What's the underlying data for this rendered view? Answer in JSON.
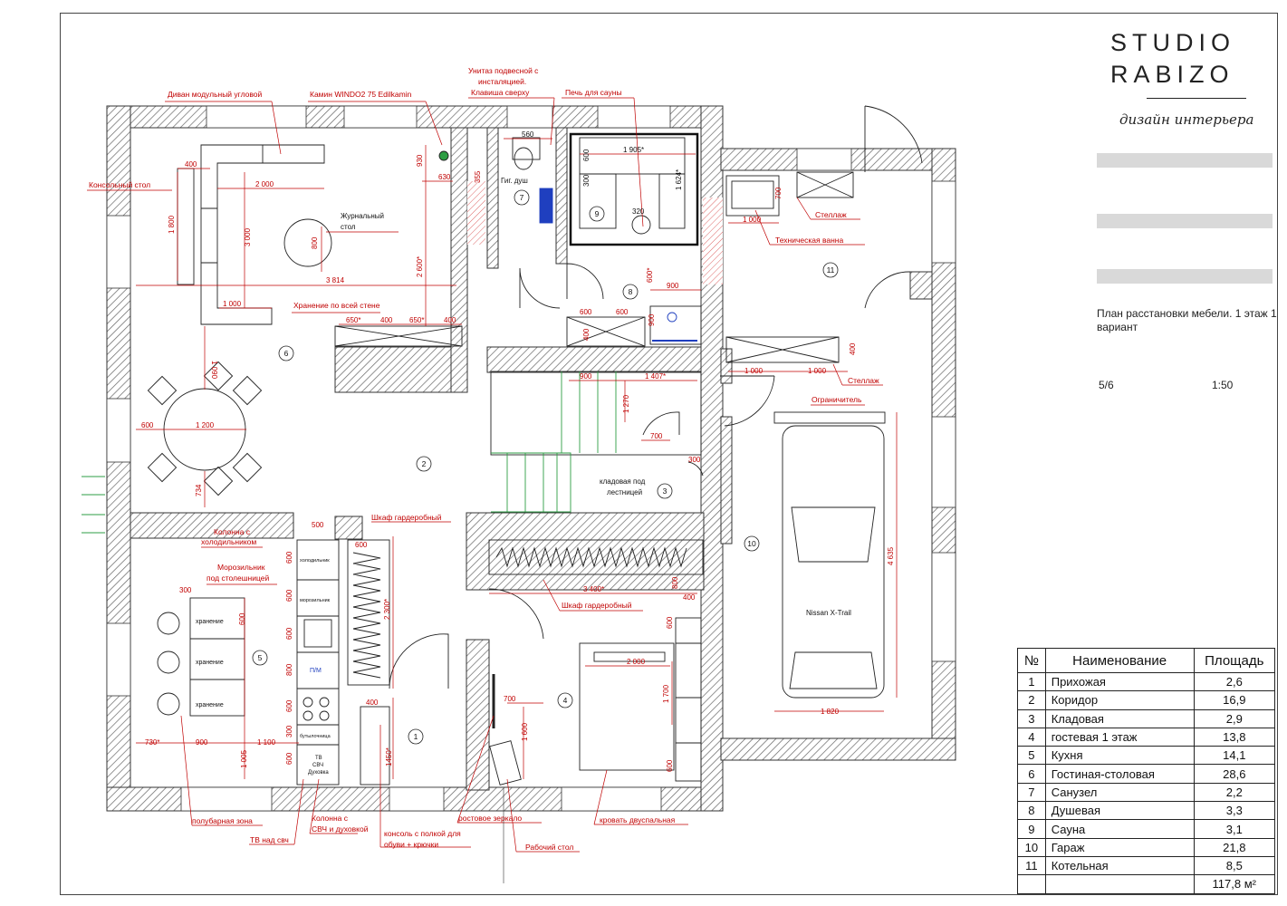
{
  "logo": {
    "line1": "STUDIO",
    "line2": "RABIZO",
    "subtitle": "дизайн интерьера"
  },
  "sheet": {
    "title": "План расстановки мебели. 1 этаж 1 вариант",
    "number": "5/6",
    "scale": "1:50"
  },
  "labels": {
    "sofa": "Диван модульный угловой",
    "fireplace": "Камин WINDO2 75 Edilkamin",
    "toilet1": "Унитаз подвесной с",
    "toilet2": "инсталяцией.",
    "toilet3": "Клавиша сверху",
    "sauna_stove": "Печь для сауны",
    "console": "Консольный стол",
    "coffee1": "Журнальный",
    "coffee2": "стол",
    "storage_wall": "Хранение по всей стене",
    "hyg_shower": "Гиг. душ",
    "rack1": "Стеллаж",
    "tech_bath": "Техническая ванна",
    "rack2": "Стеллаж",
    "limiter": "Ограничитель",
    "pantry1": "кладовая под",
    "pantry2": "лестницей",
    "wardrobe1": "Шкаф гардеробный",
    "wardrobe2": "Шкаф гардеробный",
    "col_fridge1": "Колонна с",
    "col_fridge2": "холодильником",
    "freezer1": "Морозильник",
    "freezer2": "под столешницей",
    "car": "Nissan X-Trail",
    "halfbar": "полубарная зона",
    "tv": "ТВ над свч",
    "col_oven1": "Колонна с",
    "col_oven2": "СВЧ и духовкой",
    "console_shoes1": "консоль с полкой для",
    "console_shoes2": "обуви + крючки",
    "mirror": "ростовое зеркало",
    "desk": "Рабочий стол",
    "bed": "кровать двуспальная",
    "storage_a": "хранение",
    "storage_b": "хранение",
    "storage_c": "хранение",
    "pmm": "П/М",
    "fridge_small": "холодильник",
    "freezer_small": "морозильник",
    "cup_small": "бутылочница",
    "tv_small": "ТВ",
    "mw_small": "СВЧ",
    "oven_small": "Духовка"
  },
  "dimensions": {
    "d400a": "400",
    "d2000": "2 000",
    "d1800": "1 800",
    "d3000": "3 000",
    "d800": "800",
    "d3814": "3 814",
    "d1000a": "1 000",
    "d930": "930",
    "d630": "630",
    "d2600": "2 600*",
    "d355": "355",
    "d650a": "650*",
    "d400b": "400",
    "d650b": "650*",
    "d400c": "400",
    "d560": "560",
    "d1905": "1 905*",
    "d1624": "1 624*",
    "d320": "320",
    "d600a": "600",
    "d300a": "300",
    "d700a": "700",
    "d1000b": "1 000",
    "d600b": "600*",
    "d900a": "900",
    "d600c": "600",
    "d600d": "600",
    "d400d": "400",
    "d900b": "900",
    "d400e": "400",
    "d1000c": "1 000",
    "d1000d": "1 000",
    "d1090": "1 090",
    "d600e": "600",
    "d1200": "1 200",
    "d734": "734",
    "d900c": "900",
    "d1407": "1 407*",
    "d1270": "1 270",
    "d700b": "700",
    "d300b": "300",
    "d500": "500",
    "d600f": "600",
    "d3400": "3 400*",
    "d800b": "800",
    "d400f": "400",
    "d4635": "4 635",
    "d1820": "1 820",
    "d2300": "2 300*",
    "d300c": "300",
    "d600g": "600",
    "d600h": "600",
    "d600i": "600",
    "d800c": "800",
    "d600j": "600",
    "d730": "730*",
    "d900d": "900",
    "d1100": "1 100",
    "d1005": "1 005",
    "d300d": "300",
    "d600k": "600",
    "d600l": "600",
    "d300e": "300",
    "d400g": "400",
    "d1450": "1450*",
    "d700c": "700",
    "d1600": "1 600",
    "d2000b": "2 000",
    "d1700": "1 700",
    "d600m": "600",
    "d600n": "600"
  },
  "room_markers": [
    "1",
    "2",
    "3",
    "4",
    "5",
    "6",
    "7",
    "8",
    "9",
    "10",
    "11"
  ],
  "table": {
    "headers": [
      "№",
      "Наименование",
      "Площадь"
    ],
    "rows": [
      [
        "1",
        "Прихожая",
        "2,6"
      ],
      [
        "2",
        "Коридор",
        "16,9"
      ],
      [
        "3",
        "Кладовая",
        "2,9"
      ],
      [
        "4",
        "гостевая 1 этаж",
        "13,8"
      ],
      [
        "5",
        "Кухня",
        "14,1"
      ],
      [
        "6",
        "Гостиная-столовая",
        "28,6"
      ],
      [
        "7",
        "Санузел",
        "2,2"
      ],
      [
        "8",
        "Душевая",
        "3,3"
      ],
      [
        "9",
        "Сауна",
        "3,1"
      ],
      [
        "10",
        "Гараж",
        "21,8"
      ],
      [
        "11",
        "Котельная",
        "8,5"
      ]
    ],
    "total": "117,8 м²"
  },
  "colors": {
    "red": "#c00000",
    "wall_hatch": "#555555",
    "green": "#2e9e44",
    "blue": "#1f3fbf"
  }
}
